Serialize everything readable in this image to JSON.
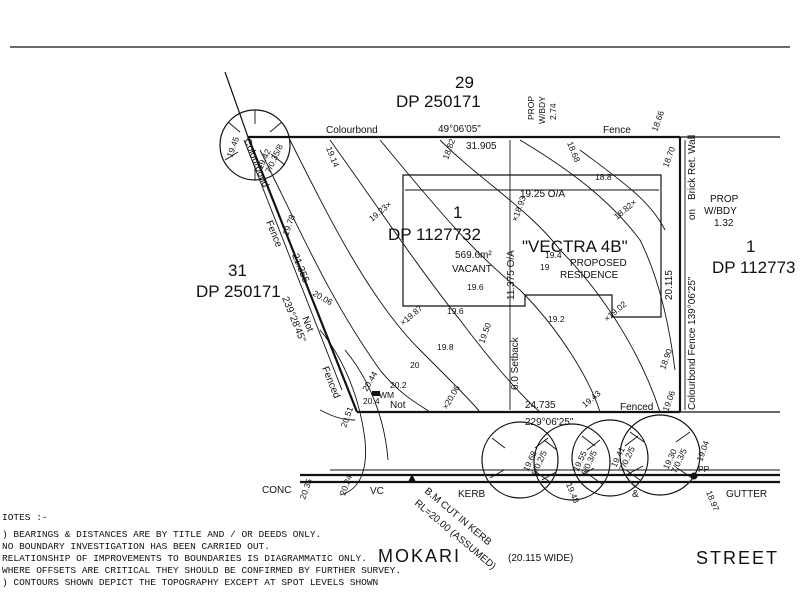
{
  "north_lot": {
    "number": "29",
    "dp": "DP  250171"
  },
  "west_lot": {
    "number": "31",
    "dp": "DP  250171"
  },
  "east_lot": {
    "number": "1",
    "dp": "DP  112773"
  },
  "subject_lot": {
    "number": "1",
    "dp": "DP  1127732",
    "area": "569.6m²",
    "status": "VACANT"
  },
  "residence": {
    "name": "\"VECTRA 4B\"",
    "line1": "PROPOSED",
    "line2": "RESIDENCE"
  },
  "boundaries": {
    "north_bearing": "49°06'05\"",
    "north_distance": "31.905",
    "north_fence": "Fence",
    "north_material": "Colourbond",
    "east_bearing": "Colourbond  Fence  139°06'25\"",
    "east_distance": "20.115",
    "east_wall": "Brick Ret. Wall",
    "east_wall_on": "on",
    "south_bearing": "229°06'25\"",
    "south_distance": "24.735",
    "south_fenced": "Fenced",
    "west_bearing": "239°28'45\"",
    "west_distance": "21.355",
    "west_fence": "Fence",
    "west_colourbond": "Colourbond",
    "west_not": "Not",
    "west_fenced": "Fenced",
    "south_not": "Not"
  },
  "dimensions": {
    "width": "19.25  O/A",
    "depth": "11.375  O/A",
    "setback": "6.0 Setback"
  },
  "prop_wbdy_north": {
    "line1": "PROP",
    "line2": "W/BDY",
    "line3": "2.74"
  },
  "prop_wbdy_east": {
    "line1": "PROP",
    "line2": "W/BDY",
    "line3": "1.32"
  },
  "levels": {
    "nw_corner": "19.45",
    "l_1914": "19.14",
    "l_1882": "18.82",
    "l_1868": "18.68",
    "l_1866": "18.66",
    "l_1870": "18.70",
    "l_1923": "19.23×",
    "l_1893": "×18.93",
    "l_1882b": "18.82×",
    "l_1878": "19.78",
    "l_2006a": "20.06",
    "l_1987": "×19.87",
    "l_1950": "19.50",
    "l_1902": "×19.02",
    "l_1890": "18.90",
    "l_1906": "19.06",
    "l_2006b": "×20.06",
    "l_1943": "19.43",
    "l_2044": "20.44",
    "l_2051": "20.51",
    "l_2035": "20.35",
    "l_2024": "20.24",
    "l_1897": "18.97",
    "l_1904": "19.04",
    "l_1948": "19.48"
  },
  "contours": {
    "c20": "20",
    "c198": "19.8",
    "c196a": "19.6",
    "c196b": "19.6",
    "c194": "19.4",
    "c192": "19.2",
    "c190": "19",
    "c188": "18.8",
    "c202": "20.2",
    "c204": "20.4"
  },
  "trees": {
    "t1": "19.42\n7/0.35/8",
    "t2": "19.68\n6/0.2/5",
    "t3": "19.55\n6/0.3/5",
    "t4": "19.41\n7/0.2/5",
    "t5": "19.30\n7/0.3/5"
  },
  "services": {
    "wm": "WM",
    "pp": "PP"
  },
  "bench_mark": {
    "line1": "B.M CUT IN KERB",
    "line2": "RL=20.00 (ASSUMED)"
  },
  "street": {
    "name1": "MOKARI",
    "width": "(20.115  WIDE)",
    "name2": "STREET",
    "conc": "CONC",
    "vc": "VC",
    "kerb": "KERB",
    "amp": "&",
    "gutter": "GUTTER"
  },
  "notes": {
    "title": "IOTES :-",
    "lines": [
      ") BEARINGS & DISTANCES ARE BY TITLE AND / OR DEEDS ONLY.",
      "  NO BOUNDARY INVESTIGATION HAS BEEN CARRIED OUT.",
      "  RELATIONSHIP OF IMPROVEMENTS TO BOUNDARIES IS DIAGRAMMATIC ONLY.",
      "  WHERE OFFSETS ARE CRITICAL THEY SHOULD BE CONFIRMED BY FURTHER SURVEY.",
      ") CONTOURS SHOWN DEPICT THE TOPOGRAPHY EXCEPT AT SPOT LEVELS SHOWN"
    ]
  }
}
